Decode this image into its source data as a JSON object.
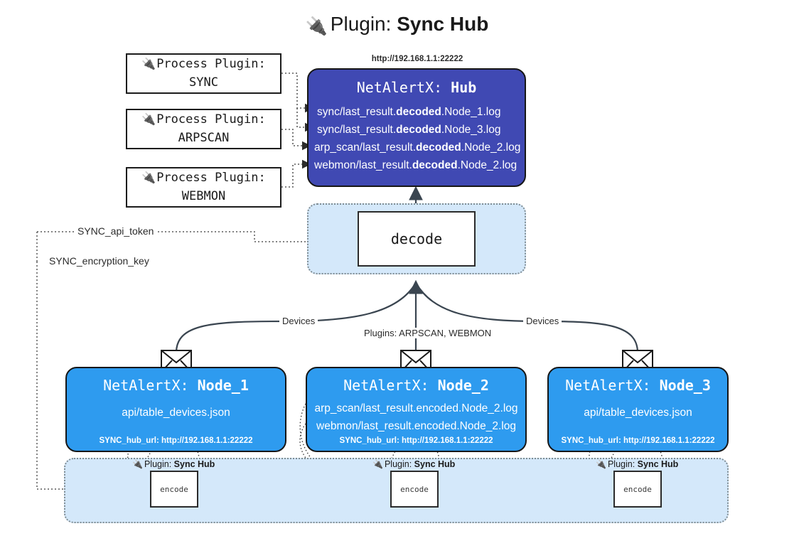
{
  "page": {
    "title_prefix": "Plugin:",
    "title_name": "Sync Hub",
    "plug_icon": "🔌"
  },
  "colors": {
    "hub_fill": "#4049b3",
    "node_fill": "#2e9bef",
    "band_fill": "#d4e8fa",
    "stroke": "#161616"
  },
  "process_plugins": [
    {
      "label": "Process Plugin:",
      "name": "SYNC"
    },
    {
      "label": "Process Plugin:",
      "name": "ARPSCAN"
    },
    {
      "label": "Process Plugin:",
      "name": "WEBMON"
    }
  ],
  "hub": {
    "url": "http://192.168.1.1:22222",
    "title_prefix": "NetAlertX:",
    "title_name": "Hub",
    "lines": [
      {
        "pre": "sync/last_result.",
        "bold": "decoded",
        "post": ".Node_1.log"
      },
      {
        "pre": "sync/last_result.",
        "bold": "decoded",
        "post": ".Node_3.log"
      },
      {
        "pre": "arp_scan/last_result.",
        "bold": "decoded",
        "post": ".Node_2.log"
      },
      {
        "pre": "webmon/last_result.",
        "bold": "decoded",
        "post": ".Node_2.log"
      }
    ]
  },
  "decode": {
    "label": "decode"
  },
  "tokens": {
    "api_token": "SYNC_api_token",
    "encryption_key": "SYNC_encryption_key"
  },
  "edges": {
    "devices_left": "Devices",
    "devices_right": "Devices",
    "plugins_center": "Plugins: ARPSCAN, WEBMON"
  },
  "nodes": [
    {
      "title_prefix": "NetAlertX:",
      "title_name": "Node_1",
      "lines": [
        "api/table_devices.json"
      ],
      "footer": "SYNC_hub_url: http://192.168.1.1:22222"
    },
    {
      "title_prefix": "NetAlertX:",
      "title_name": "Node_2",
      "lines": [
        "arp_scan/last_result.encoded.Node_2.log",
        "webmon/last_result.encoded.Node_2.log"
      ],
      "footer": "SYNC_hub_url: http://192.168.1.1:22222"
    },
    {
      "title_prefix": "NetAlertX:",
      "title_name": "Node_3",
      "lines": [
        "api/table_devices.json"
      ],
      "footer": "SYNC_hub_url: http://192.168.1.1:22222"
    }
  ],
  "encoders": [
    {
      "tag_prefix": "Plugin:",
      "tag_name": "Sync Hub",
      "label": "encode"
    },
    {
      "tag_prefix": "Plugin:",
      "tag_name": "Sync Hub",
      "label": "encode"
    },
    {
      "tag_prefix": "Plugin:",
      "tag_name": "Sync Hub",
      "label": "encode"
    }
  ]
}
